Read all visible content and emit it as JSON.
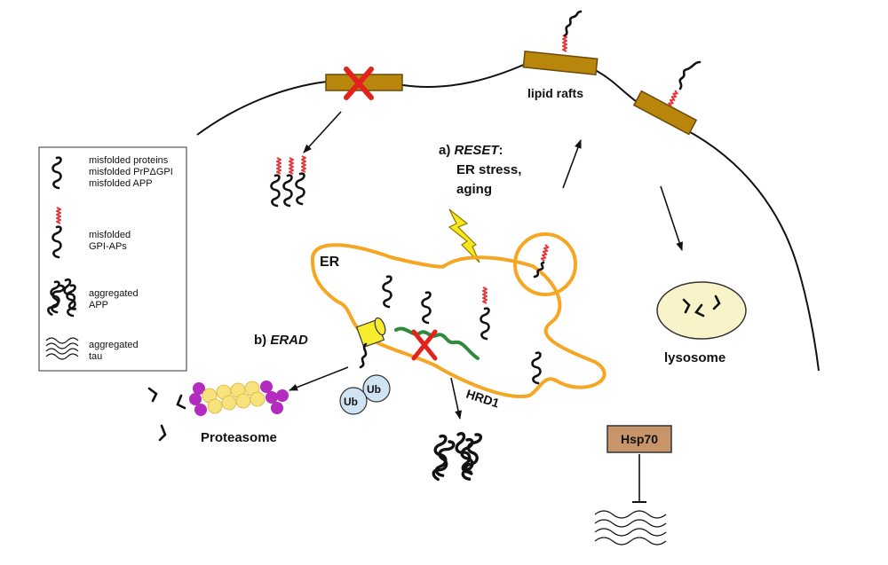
{
  "legend": {
    "misfolded_label_1": "misfolded  proteins",
    "misfolded_label_2": "misfolded  PrPΔGPI",
    "misfolded_label_3": "misfolded  APP",
    "gpi_label_1": "misfolded",
    "gpi_label_2": "GPI-APs",
    "agg_app_label_1": "aggregated",
    "agg_app_label_2": "APP",
    "agg_tau_label_1": "aggregated",
    "agg_tau_label_2": "tau"
  },
  "labels": {
    "lipid_rafts": "lipid rafts",
    "reset_prefix": "a) ",
    "reset_word": "RESET",
    "reset_colon": ":",
    "reset_line2": "ER stress,",
    "reset_line3": "aging",
    "er": "ER",
    "erad_prefix": "b) ",
    "erad_word": "ERAD",
    "hrd1": "HRD1",
    "ub1": "Ub",
    "ub2": "Ub",
    "proteasome": "Proteasome",
    "lysosome": "lysosome",
    "hsp70": "Hsp70"
  },
  "colors": {
    "raft": "#b8860b",
    "er_membrane": "#f5a623",
    "gpi_anchor": "#e8343a",
    "x_mark": "#e3231b",
    "translocon": "#f7ec2e",
    "hrd1": "#2e8b3a",
    "ub_fill": "#cfe3f3",
    "lysosome_fill": "#f8f3c8",
    "hsp70_fill": "#c8956b",
    "proteasome_purple": "#b42bc0",
    "proteasome_yellow": "#f7e27c",
    "lightning": "#f8e71c"
  },
  "icons": {
    "x_mark": "x-mark-icon",
    "lightning": "lightning-bolt-icon",
    "inhibit": "inhibition-bar-icon"
  }
}
